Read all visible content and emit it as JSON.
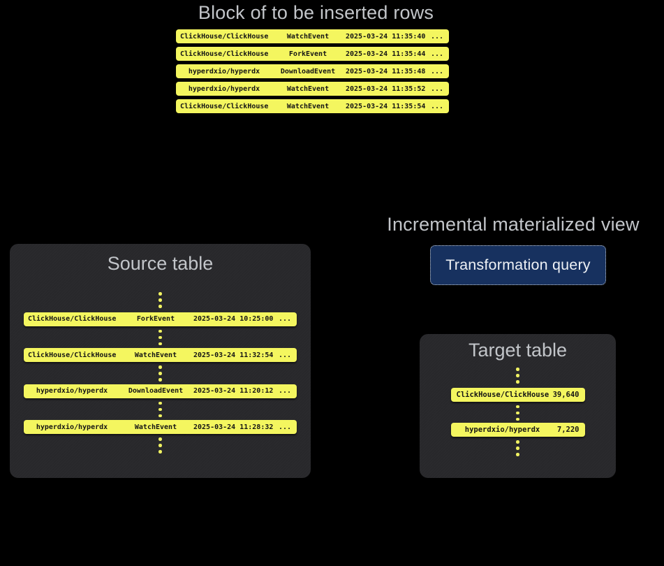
{
  "colors": {
    "background": "#000000",
    "panel_gray": "#28282b",
    "row_yellow": "#f4f65f",
    "dot_yellow": "#f0f262",
    "button_navy": "#17315f",
    "title_gray": "#c2c5c9",
    "row_text": "#141414",
    "button_text": "#eef1f5"
  },
  "insert_block": {
    "title": "Block of to be inserted rows",
    "rows": [
      {
        "repo": "ClickHouse/ClickHouse",
        "event": "WatchEvent",
        "timestamp": "2025-03-24 11:35:40",
        "more": "..."
      },
      {
        "repo": "ClickHouse/ClickHouse",
        "event": "ForkEvent",
        "timestamp": "2025-03-24 11:35:44",
        "more": "..."
      },
      {
        "repo": "hyperdxio/hyperdx",
        "event": "DownloadEvent",
        "timestamp": "2025-03-24 11:35:48",
        "more": "..."
      },
      {
        "repo": "hyperdxio/hyperdx",
        "event": "WatchEvent",
        "timestamp": "2025-03-24 11:35:52",
        "more": "..."
      },
      {
        "repo": "ClickHouse/ClickHouse",
        "event": "WatchEvent",
        "timestamp": "2025-03-24 11:35:54",
        "more": "..."
      }
    ]
  },
  "source_table": {
    "title": "Source table",
    "rows": [
      {
        "repo": "ClickHouse/ClickHouse",
        "event": "ForkEvent",
        "timestamp": "2025-03-24 10:25:00",
        "more": "..."
      },
      {
        "repo": "ClickHouse/ClickHouse",
        "event": "WatchEvent",
        "timestamp": "2025-03-24 11:32:54",
        "more": "..."
      },
      {
        "repo": "hyperdxio/hyperdx",
        "event": "DownloadEvent",
        "timestamp": "2025-03-24 11:20:12",
        "more": "..."
      },
      {
        "repo": "hyperdxio/hyperdx",
        "event": "WatchEvent",
        "timestamp": "2025-03-24 11:28:32",
        "more": "..."
      }
    ]
  },
  "materialized_view": {
    "title": "Incremental materialized view",
    "button_label": "Transformation query"
  },
  "target_table": {
    "title": "Target table",
    "rows": [
      {
        "repo": "ClickHouse/ClickHouse",
        "count": "39,640"
      },
      {
        "repo": "hyperdxio/hyperdx",
        "count": "7,220"
      }
    ]
  }
}
